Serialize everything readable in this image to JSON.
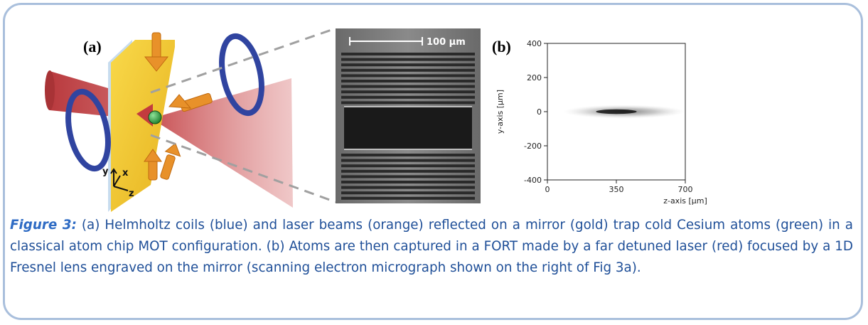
{
  "panel_a_label": "(a)",
  "panel_b_label": "(b)",
  "sem": {
    "scale_bar_label": "100 µm"
  },
  "axes_triad": {
    "y": "y",
    "x": "x",
    "z": "z"
  },
  "chart_data": {
    "type": "heatmap",
    "xlabel": "z-axis [µm]",
    "ylabel": "y-axis [µm]",
    "xlim": [
      0,
      700
    ],
    "ylim": [
      -400,
      400
    ],
    "x_ticks": [
      0,
      350,
      700
    ],
    "y_ticks": [
      400,
      200,
      0,
      -200,
      -400
    ],
    "blob": {
      "center_z": 350,
      "center_y": 0,
      "extent_z": [
        80,
        700
      ],
      "extent_y": [
        -40,
        40
      ]
    }
  },
  "caption": {
    "label": "Figure 3:",
    "text": " (a) Helmholtz coils (blue) and laser beams (orange) reflected on a mirror (gold) trap cold Cesium atoms (green) in a classical atom chip MOT configuration. (b) Atoms are then captured in a FORT made by a far detuned laser (red) focused by a 1D Fresnel lens engraved on the mirror (scanning electron micrograph shown on the right of Fig 3a)."
  },
  "colors": {
    "frame_border": "#a9bfdc",
    "caption_text": "#1f4f98",
    "caption_label": "#2e6bc4",
    "mirror_gold": "#f4c430",
    "coil_blue": "#3044a0",
    "beam_orange": "#e8912a",
    "laser_red": "#c8474a",
    "atoms_green": "#2a9a3a"
  }
}
